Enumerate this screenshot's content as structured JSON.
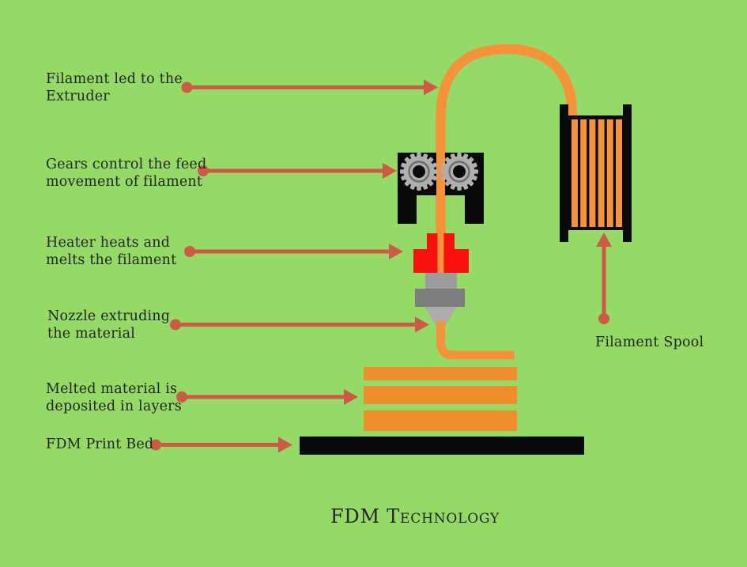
{
  "title": "FDM Technology",
  "colors": {
    "background": "#95DA67",
    "orange_bright": "#F6923A",
    "orange_deep": "#EF8E2B",
    "arrow_red": "#CC5A45",
    "heater_red": "#FA100C",
    "machine_black": "#0A0A0A",
    "gear_gray": "#AFAFAF",
    "gear_ring_gray": "#6E6E6E",
    "nozzle_gray_mid": "#9C9C9C",
    "nozzle_gray_dark": "#7D7D7D",
    "nozzle_gray_light": "#ACACAC",
    "text": "#242424"
  },
  "labels": {
    "filament": "Filament led to the\nExtruder",
    "gears": "Gears control the feed\nmovement of filament",
    "heater": "Heater heats and\nmelts the filament",
    "nozzle": "Nozzle extruding\nthe material",
    "layers": "Melted material is\ndeposited in layers",
    "bed": "FDM Print Bed",
    "spool": "Filament Spool"
  },
  "diagram_parts": [
    "filament-tube",
    "filament-spool",
    "extruder-gears",
    "heater-block",
    "nozzle",
    "extruded-material",
    "printed-layers",
    "print-bed"
  ]
}
